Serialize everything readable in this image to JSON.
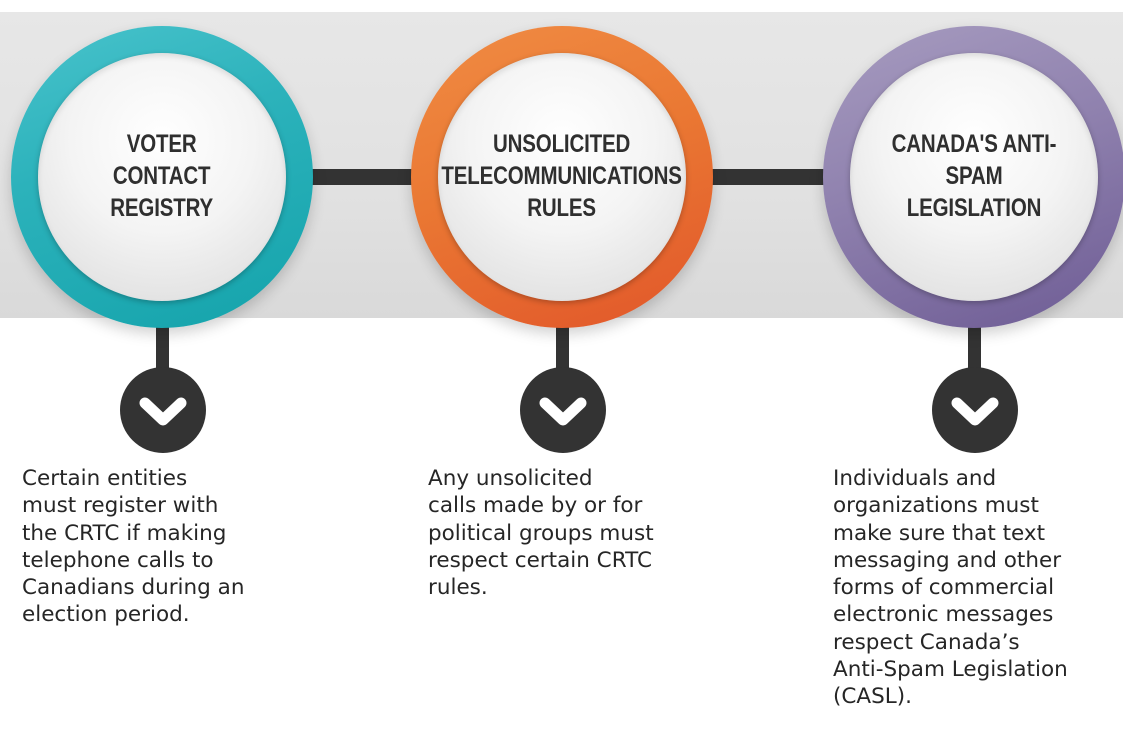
{
  "colors": {
    "teal": "#2cb2bb",
    "orange": "#ea7833",
    "purple": "#8f81ae",
    "connector": "#333333",
    "band": "#e3e3e3"
  },
  "steps": [
    {
      "title": "VOTER\nCONTACT\nREGISTRY",
      "icon": "chevron-down-icon",
      "description": "Certain entities\nmust register with\nthe CRTC if making\ntelephone calls to\nCanadians during an\nelection period."
    },
    {
      "title": "UNSOLICITED\nTELECOMMUNICATIONS\nRULES",
      "icon": "chevron-down-icon",
      "description": "Any unsolicited\ncalls made by or for\npolitical groups must\nrespect certain CRTC\nrules."
    },
    {
      "title": "CANADA'S ANTI-SPAM\nLEGISLATION",
      "icon": "chevron-down-icon",
      "description": "Individuals and\norganizations must\nmake sure that text\nmessaging and other\nforms of commercial\nelectronic messages\nrespect Canada’s\nAnti-Spam Legislation\n(CASL)."
    }
  ]
}
